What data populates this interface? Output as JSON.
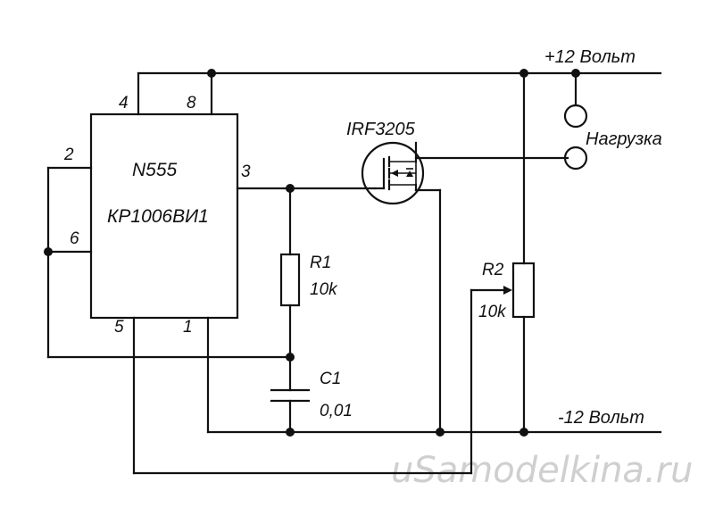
{
  "ic": {
    "name": "N555",
    "part": "КР1006ВИ1",
    "pins": {
      "p4": "4",
      "p8": "8",
      "p2": "2",
      "p6": "6",
      "p3": "3",
      "p5": "5",
      "p1": "1"
    }
  },
  "mosfet": {
    "name": "IRF3205"
  },
  "r1": {
    "name": "R1",
    "value": "10k"
  },
  "c1": {
    "name": "C1",
    "value": "0,01"
  },
  "r2": {
    "name": "R2",
    "value": "10k"
  },
  "power": {
    "plus": "+12 Вольт",
    "minus": "-12 Вольт"
  },
  "load": {
    "label": "Нагрузка"
  },
  "watermark": "uSamodelkina.ru",
  "colors": {
    "ink": "#111111",
    "background": "#ffffff",
    "watermark": "#cfcfcf"
  }
}
